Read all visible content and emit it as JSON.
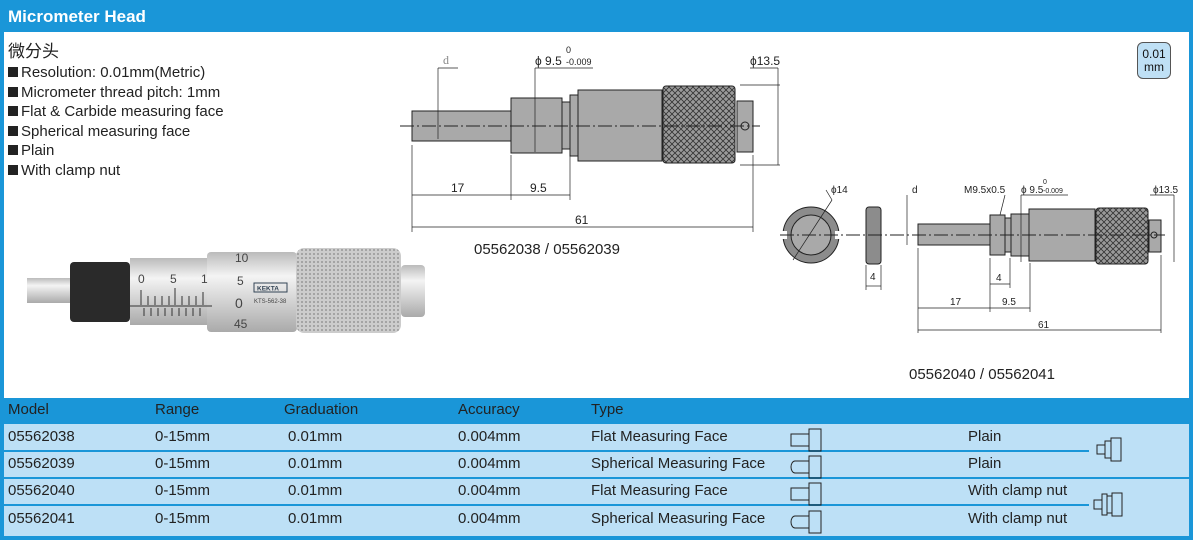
{
  "title": "Micrometer Head",
  "subtitle_cn": "微分头",
  "features": [
    "Resolution: 0.01mm(Metric)",
    "Micrometer thread pitch: 1mm",
    "Flat & Carbide measuring face",
    "Spherical measuring face",
    "Plain",
    "With clamp nut"
  ],
  "badge": {
    "value": "0.01",
    "unit": "mm"
  },
  "diagram1": {
    "d": "d",
    "phi_main": "ϕ 9.5",
    "tol_upper": "0",
    "tol_lower": "-0.009",
    "phi_end": "ϕ13.5",
    "dim_17": "17",
    "dim_95": "9.5",
    "dim_61": "61",
    "caption": "05562038 / 05562039"
  },
  "diagram2": {
    "nut_phi": "ϕ14",
    "nut_width": "4",
    "d": "d",
    "thread": "M9.5x0.5",
    "phi_main": "ϕ 9.5",
    "tol_upper": "0",
    "tol_lower": "-0.009",
    "phi_end": "ϕ13.5",
    "dim_4": "4",
    "dim_17": "17",
    "dim_95": "9.5",
    "dim_61": "61",
    "caption": "05562040 / 05562041"
  },
  "photo": {
    "scale_labels": [
      "0",
      "5",
      "1"
    ],
    "thimble_labels": [
      "10",
      "5",
      "0",
      "45"
    ],
    "brand": "KEKTA",
    "code": "KTS-562-38"
  },
  "table": {
    "headers": [
      "Model",
      "Range",
      "Graduation",
      "Accuracy",
      "Type"
    ],
    "rows": [
      {
        "model": "05562038",
        "range": "0-15mm",
        "graduation": "0.01mm",
        "accuracy": "0.004mm",
        "type": "Flat Measuring Face",
        "variant": "Plain"
      },
      {
        "model": "05562039",
        "range": "0-15mm",
        "graduation": "0.01mm",
        "accuracy": "0.004mm",
        "type": "Spherical Measuring Face",
        "variant": "Plain"
      },
      {
        "model": "05562040",
        "range": "0-15mm",
        "graduation": "0.01mm",
        "accuracy": "0.004mm",
        "type": "Flat Measuring Face",
        "variant": "With clamp nut"
      },
      {
        "model": "05562041",
        "range": "0-15mm",
        "graduation": "0.01mm",
        "accuracy": "0.004mm",
        "type": "Spherical Measuring Face",
        "variant": "With clamp nut"
      }
    ]
  }
}
